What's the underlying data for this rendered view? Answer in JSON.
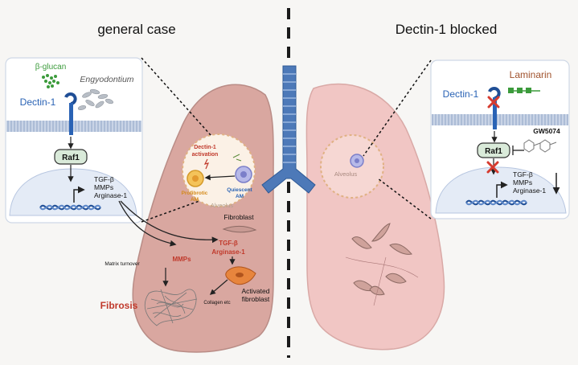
{
  "panels": {
    "left_title": "general case",
    "right_title": "Dectin-1 blocked"
  },
  "left_inset": {
    "ligand": "β-glucan",
    "organism": "Engyodontium",
    "receptor": "Dectin-1",
    "kinase": "Raf1",
    "genes": [
      "TGF-β",
      "MMPs",
      "Arginase-1"
    ]
  },
  "right_inset": {
    "ligand": "Laminarin",
    "receptor": "Dectin-1",
    "inhibitor": "GW5074",
    "kinase": "Raf1",
    "genes": [
      "TGF-β",
      "MMPs",
      "Arginase-1"
    ]
  },
  "left_lung": {
    "activation": [
      "Dectin-1",
      "activation"
    ],
    "profibrotic": [
      "Profibrotic",
      "AM"
    ],
    "quiescent": [
      "Quiescent",
      "AM"
    ],
    "alveolus": "Alveolus",
    "fibroblast": "Fibroblast",
    "mediators": [
      "TGF-β",
      "Arginase-1"
    ],
    "mmps": "MMPs",
    "matrix": "Matrix turnover",
    "collagen": "Collagen etc",
    "activated": [
      "Activated",
      "fibroblast"
    ],
    "fibrosis": "Fibrosis"
  },
  "right_lung": {
    "alveolus": "Alveolus"
  },
  "colors": {
    "lung_left": "#d9a7a0",
    "lung_right": "#f1c6c4",
    "trachea": "#4d79b8",
    "red_text": "#c0392b",
    "dectin_blue": "#2a63b5",
    "laminarin_brown": "#a0522d",
    "bglucan_green": "#3c9b3c"
  }
}
